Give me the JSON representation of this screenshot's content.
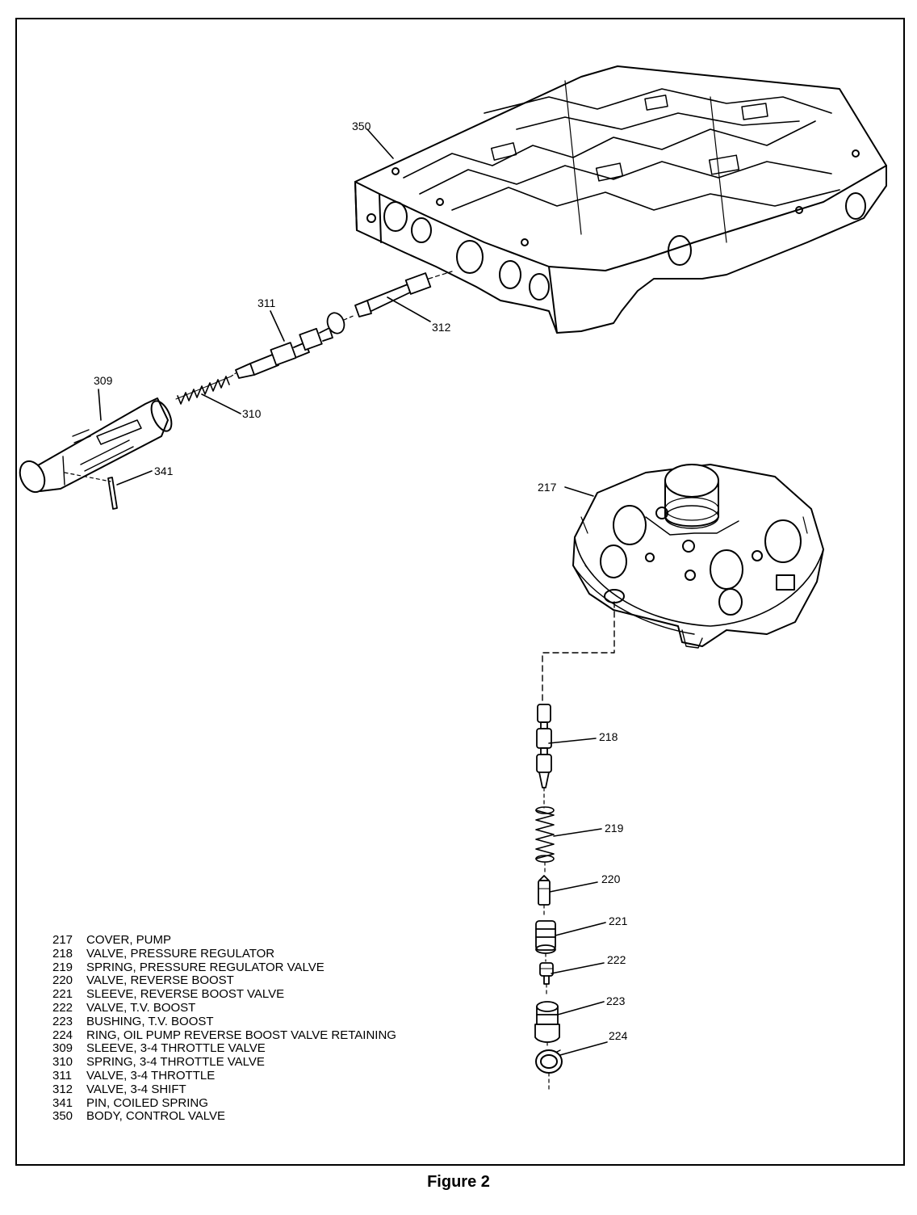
{
  "callouts": {
    "c350": "350",
    "c311": "311",
    "c312": "312",
    "c309": "309",
    "c310": "310",
    "c341": "341",
    "c217": "217",
    "c218": "218",
    "c219": "219",
    "c220": "220",
    "c221": "221",
    "c222": "222",
    "c223": "223",
    "c224": "224"
  },
  "legend": [
    {
      "num": "217",
      "text": "COVER, PUMP"
    },
    {
      "num": "218",
      "text": "VALVE, PRESSURE REGULATOR"
    },
    {
      "num": "219",
      "text": "SPRING, PRESSURE REGULATOR VALVE"
    },
    {
      "num": "220",
      "text": "VALVE, REVERSE BOOST"
    },
    {
      "num": "221",
      "text": "SLEEVE, REVERSE BOOST VALVE"
    },
    {
      "num": "222",
      "text": "VALVE, T.V. BOOST"
    },
    {
      "num": "223",
      "text": "BUSHING, T.V. BOOST"
    },
    {
      "num": "224",
      "text": "RING, OIL PUMP REVERSE BOOST VALVE RETAINING"
    },
    {
      "num": "309",
      "text": "SLEEVE, 3-4 THROTTLE VALVE"
    },
    {
      "num": "310",
      "text": "SPRING, 3-4 THROTTLE VALVE"
    },
    {
      "num": "311",
      "text": "VALVE, 3-4 THROTTLE"
    },
    {
      "num": "312",
      "text": "VALVE, 3-4 SHIFT"
    },
    {
      "num": "341",
      "text": "PIN, COILED SPRING"
    },
    {
      "num": "350",
      "text": "BODY, CONTROL VALVE"
    }
  ],
  "caption": "Figure 2"
}
